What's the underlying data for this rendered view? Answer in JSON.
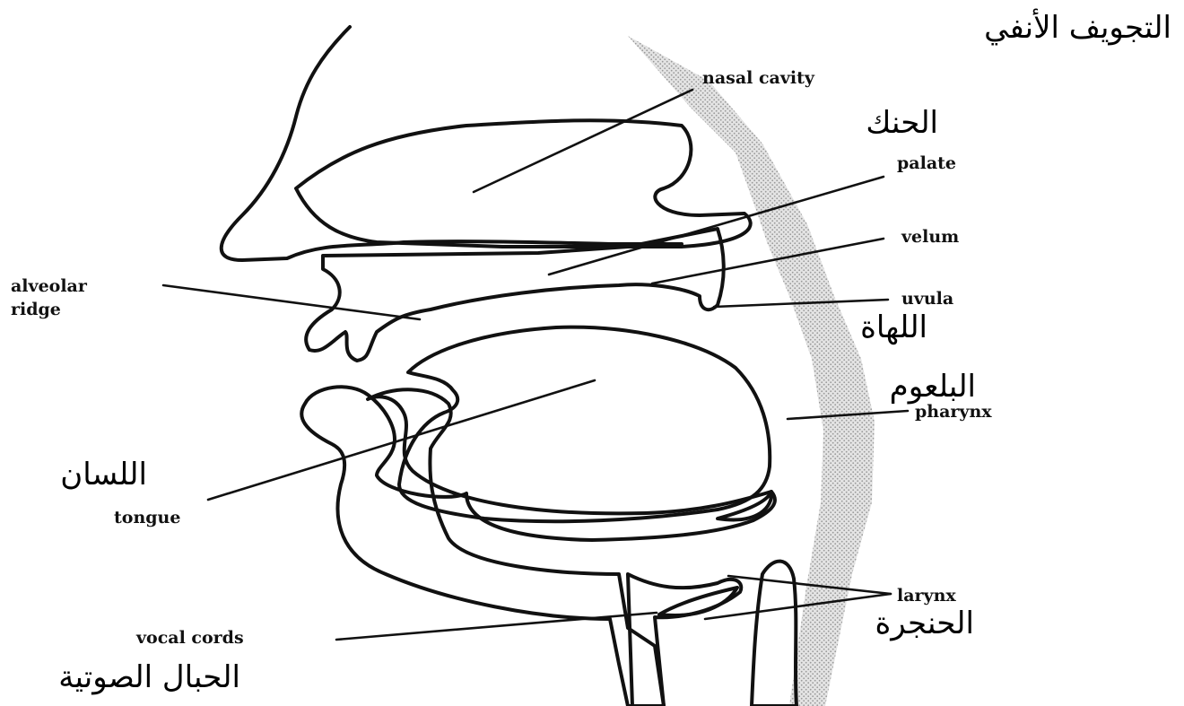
{
  "labels_en": {
    "nasal_cavity": "nasal cavity",
    "palate": "palate",
    "velum": "velum",
    "uvula": "uvula",
    "alveolar_ridge_1": "alveolar",
    "alveolar_ridge_2": "ridge",
    "pharynx": "pharynx",
    "tongue": "tongue",
    "larynx": "larynx",
    "vocal_cords": "vocal cords"
  },
  "labels_ar": {
    "nasal_cavity": "التجويف الأنفي",
    "palate": "الحنك",
    "uvula": "اللهاة",
    "pharynx": "البلعوم",
    "tongue": "اللسان",
    "larynx": "الحنجرة",
    "vocal_cords": "الحبال الصوتية"
  },
  "colors": {
    "tissue_fill": "#d9d9d9",
    "tongue_fill": "#8c8c8c",
    "outline": "#111111",
    "background": "#ffffff"
  }
}
